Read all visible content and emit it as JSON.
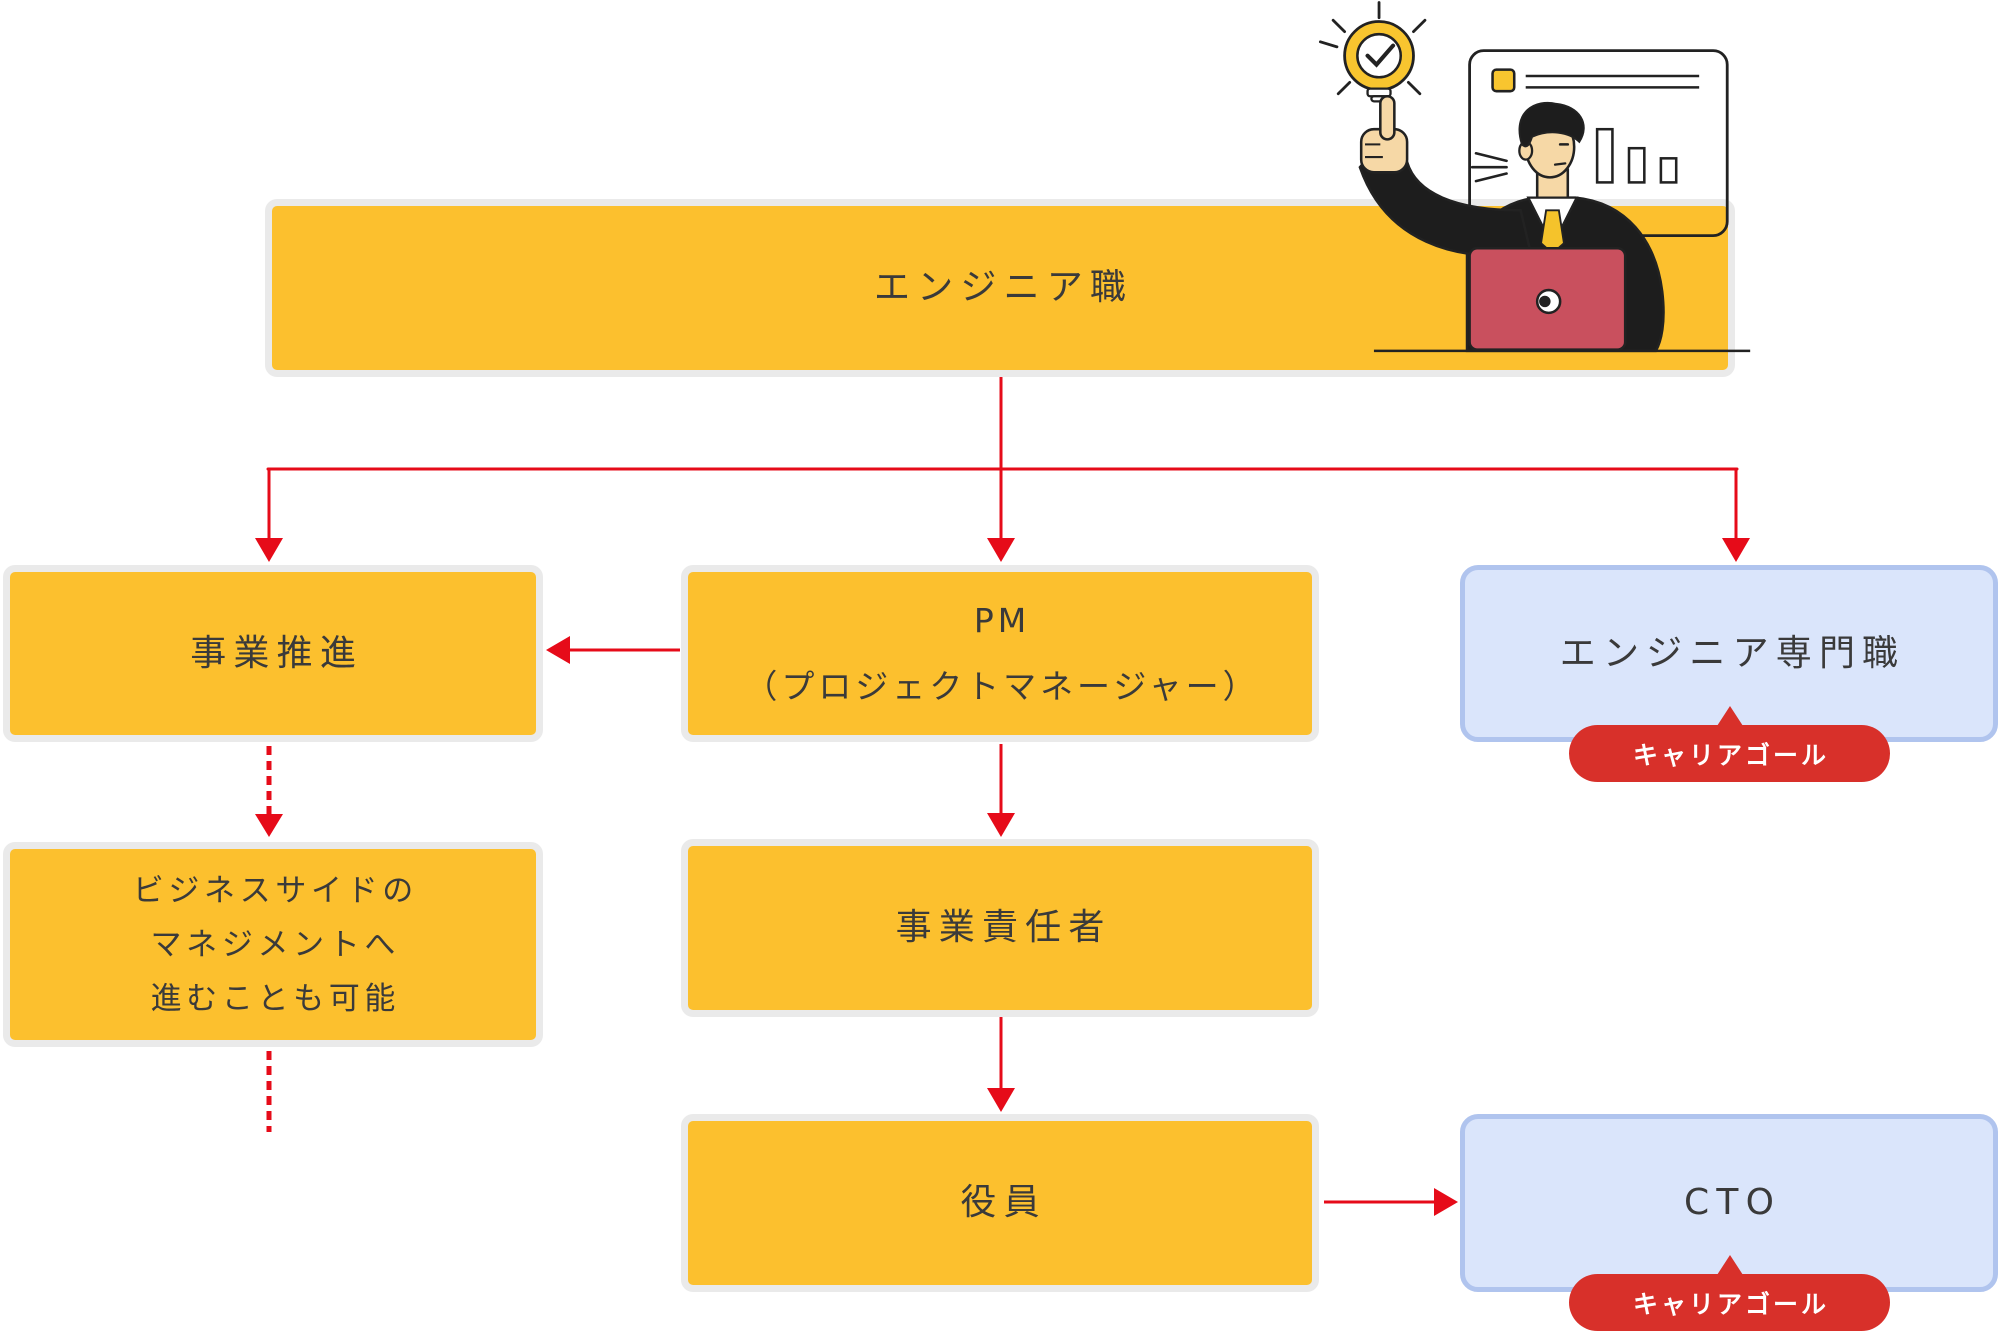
{
  "diagram": {
    "root": {
      "label": "エンジニア職"
    },
    "business": {
      "label": "事業推進",
      "continuation": {
        "lines": [
          "ビジネスサイドの",
          "マネジメントへ",
          "進むことも可能"
        ]
      }
    },
    "pm": {
      "title": "PM",
      "subtitle": "（プロジェクトマネージャー）"
    },
    "specialist": {
      "label": "エンジニア専門職",
      "badge": "キャリアゴール"
    },
    "business_owner": {
      "label": "事業責任者"
    },
    "executive": {
      "label": "役員"
    },
    "cto": {
      "label": "CTO",
      "badge": "キャリアゴール"
    }
  },
  "illustration": {
    "icon": "engineer-presenting-idea-illustration",
    "bulb_icon": "lightbulb-check-icon",
    "board_icon": "presentation-board-icon",
    "laptop_icon": "laptop-icon"
  },
  "colors": {
    "box_yellow": "#FCC02E",
    "box_outline": "#EAEAEA",
    "goal_bg": "#DAE5FB",
    "goal_border": "#B0C4EE",
    "connector": "#E60B19",
    "badge": "#D8302A",
    "text": "#3A3A3A"
  }
}
